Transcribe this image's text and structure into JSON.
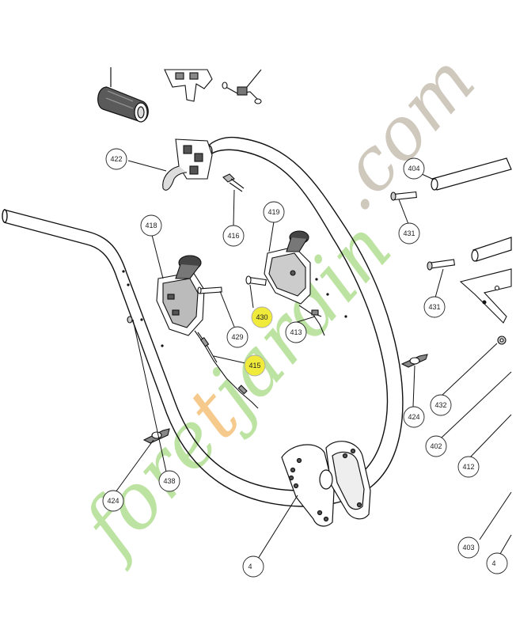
{
  "diagram": {
    "callouts": [
      {
        "id": "c422",
        "label": "422",
        "highlight": false
      },
      {
        "id": "c416",
        "label": "416",
        "highlight": false
      },
      {
        "id": "c419",
        "label": "419",
        "highlight": false
      },
      {
        "id": "c418",
        "label": "418",
        "highlight": false
      },
      {
        "id": "c404",
        "label": "404",
        "highlight": false
      },
      {
        "id": "c431a",
        "label": "431",
        "highlight": false
      },
      {
        "id": "c431b",
        "label": "431",
        "highlight": false
      },
      {
        "id": "c430",
        "label": "430",
        "highlight": true
      },
      {
        "id": "c429",
        "label": "429",
        "highlight": false
      },
      {
        "id": "c413",
        "label": "413",
        "highlight": false
      },
      {
        "id": "c415",
        "label": "415",
        "highlight": true
      },
      {
        "id": "c432",
        "label": "432",
        "highlight": false
      },
      {
        "id": "c424a",
        "label": "424",
        "highlight": false
      },
      {
        "id": "c402",
        "label": "402",
        "highlight": false
      },
      {
        "id": "c412",
        "label": "412",
        "highlight": false
      },
      {
        "id": "c438",
        "label": "438",
        "highlight": false
      },
      {
        "id": "c424b",
        "label": "424",
        "highlight": false
      },
      {
        "id": "c403",
        "label": "403",
        "highlight": false
      },
      {
        "id": "c401",
        "label": "4",
        "highlight": false
      },
      {
        "id": "c4xx",
        "label": "4",
        "highlight": false
      }
    ]
  },
  "watermark": {
    "brand_start": "fore",
    "brand_mid": "t",
    "brand_end": "jardin",
    "suffix": ".com"
  },
  "colors": {
    "highlight": "#f0ea3a",
    "watermark_green": "#bde3a3",
    "watermark_orange": "#f6c98d",
    "watermark_grey": "#cfc8bd"
  }
}
